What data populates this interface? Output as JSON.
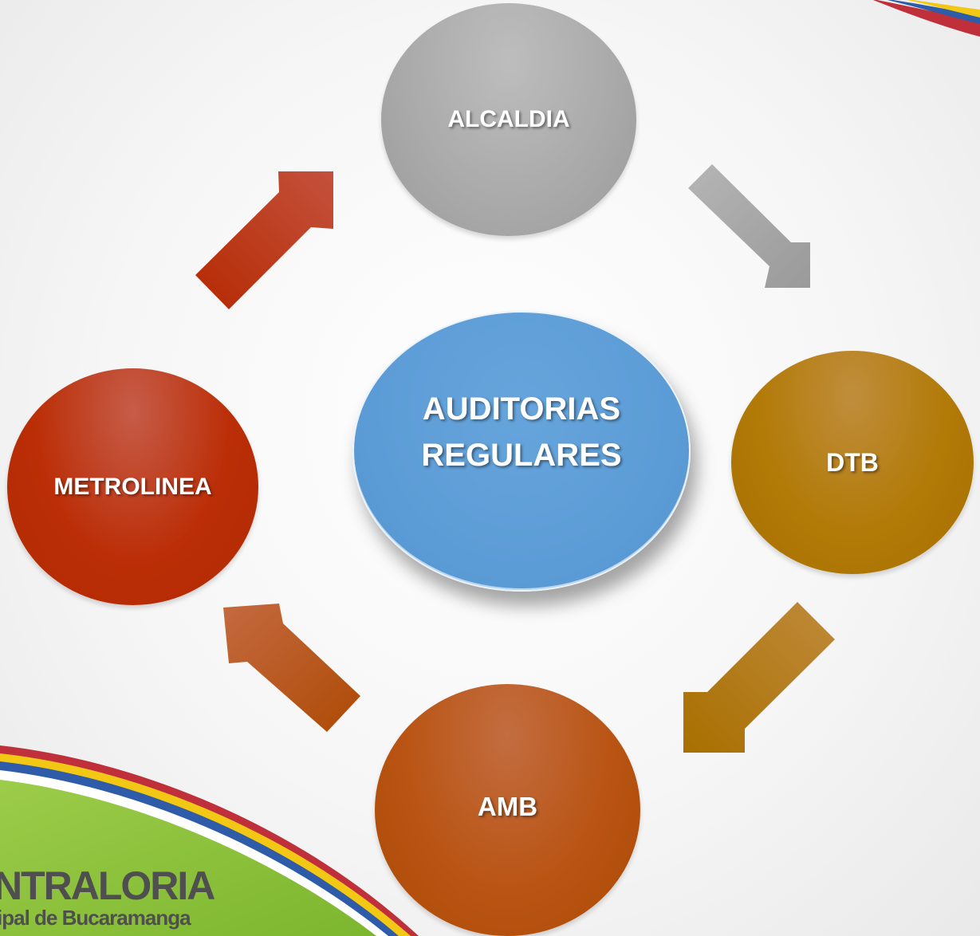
{
  "diagram": {
    "center": {
      "line1": "AUDITORIAS",
      "line2": "REGULARES"
    },
    "nodes": {
      "alcaldia": "ALCALDIA",
      "dtb": "DTB",
      "amb": "AMB",
      "metrolinea": "METROLINEA"
    }
  },
  "logo": {
    "line1": "NTRALORIA",
    "line2": "ipal de Bucaramanga"
  },
  "colors": {
    "alcaldia": "#a9a9a9",
    "dtb": "#b27a07",
    "amb": "#b95414",
    "metrolinea": "#bb2e07",
    "center": "#5b9bd5",
    "logo_green": "#8cc63f"
  }
}
